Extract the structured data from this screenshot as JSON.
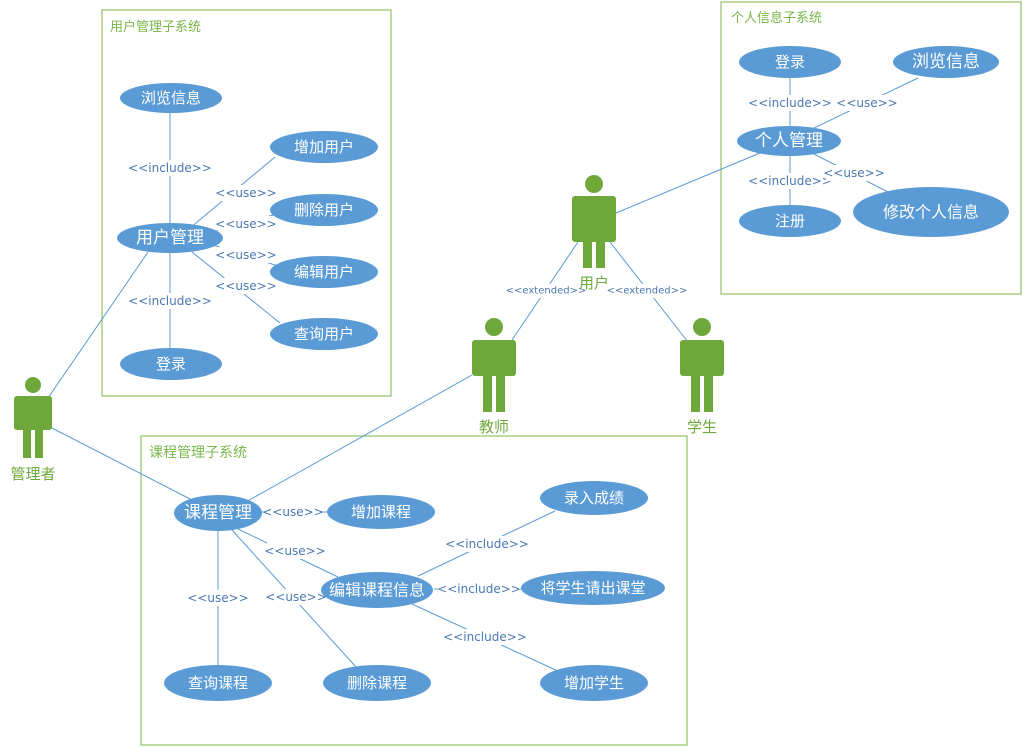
{
  "subsystems": {
    "user_mgmt": "用户管理子系统",
    "personal_info": "个人信息子系统",
    "course_mgmt": "课程管理子系统"
  },
  "actors": {
    "user": "用户",
    "teacher": "教师",
    "student": "学生",
    "admin": "管理者"
  },
  "usecases": {
    "browse_info_1": "浏览信息",
    "user_management": "用户管理",
    "add_user": "增加用户",
    "delete_user": "删除用户",
    "edit_user": "编辑用户",
    "query_user": "查询用户",
    "login_1": "登录",
    "login_2": "登录",
    "browse_info_2": "浏览信息",
    "personal_management": "个人管理",
    "register": "注册",
    "modify_personal_info": "修改个人信息",
    "course_management": "课程管理",
    "add_course": "增加课程",
    "enter_grades": "录入成绩",
    "edit_course_info": "编辑课程信息",
    "remove_student": "将学生请出课堂",
    "add_student": "增加学生",
    "query_course": "查询课程",
    "delete_course": "删除课程"
  },
  "relations": {
    "include": "<<include>>",
    "use": "<<use>>",
    "extended": "<<extended>>"
  },
  "colors": {
    "usecase_fill": "#5b9bd5",
    "actor_green": "#6fa83a",
    "box_border": "#7ab648",
    "relation_text": "#4a78b0"
  }
}
